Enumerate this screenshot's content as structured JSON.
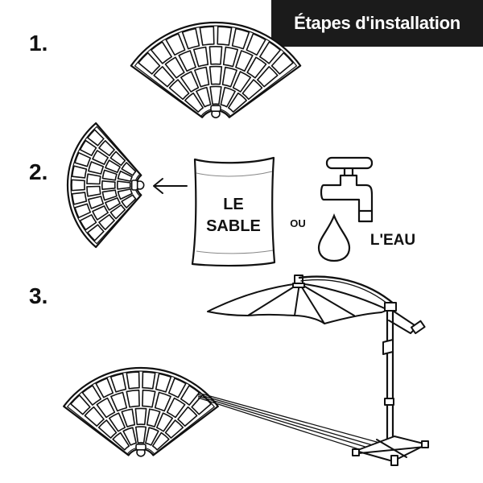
{
  "header": {
    "title": "Étapes d'installation"
  },
  "steps": [
    {
      "number": "1."
    },
    {
      "number": "2."
    },
    {
      "number": "3."
    }
  ],
  "step2": {
    "bag_line1": "LE",
    "bag_line2": "SABLE",
    "or_text": "OU",
    "water_text": "L'EAU"
  },
  "colors": {
    "ink": "#111111",
    "title_background": "#1b1b1b",
    "title_text": "#ffffff",
    "paper": "#ffffff"
  },
  "icons": [
    "umbrella-base-icon",
    "sand-bag-icon",
    "water-tap-icon",
    "water-drop-icon",
    "arrow-left-icon",
    "cantilever-umbrella-icon"
  ]
}
